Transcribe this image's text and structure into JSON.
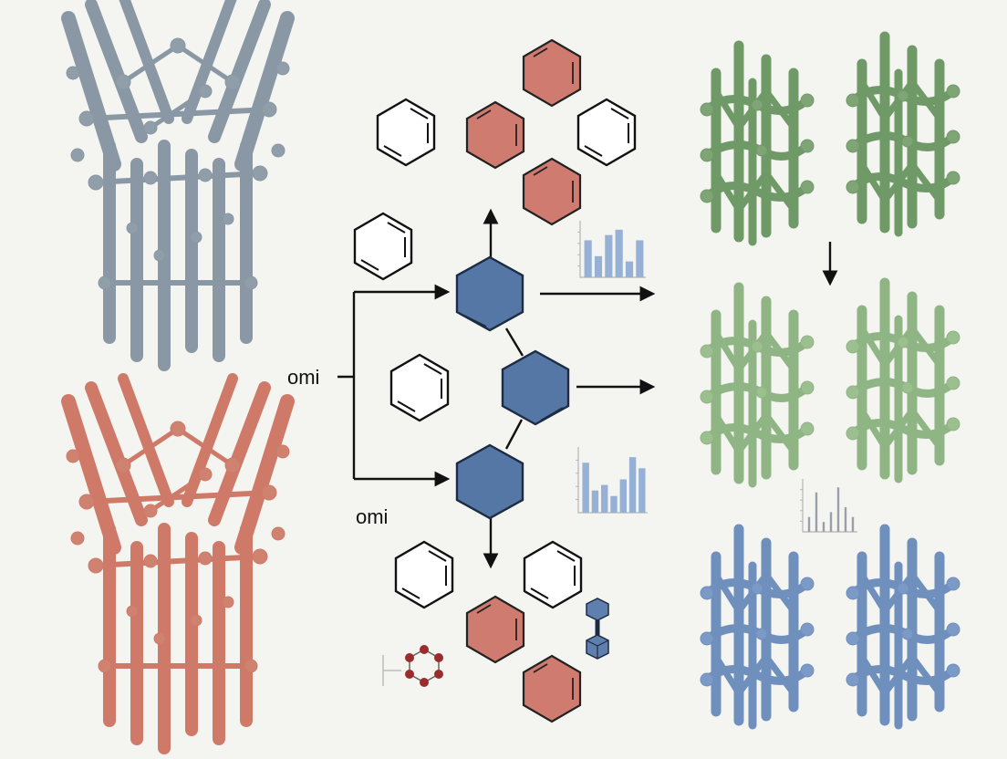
{
  "labels": {
    "upper_input": "omi",
    "lower_input": "omi"
  },
  "colors": {
    "background": "#f4f4f1",
    "gray_structure": "#8a98a5",
    "red_structure": "#cf7a68",
    "green_structure": "#8fb585",
    "blue_structure": "#6f8fbd",
    "red_ring_fill": "#cf7b70",
    "blue_hexagon_fill": "#5577a6",
    "chart_bar": "#97b0d6"
  },
  "icons": [
    "gray-molecular-framework-icon",
    "red-molecular-framework-icon",
    "green-framework-pair-icon",
    "blue-framework-pair-icon",
    "benzene-ring-icon",
    "bar-chart-icon",
    "dumbbell-cube-icon",
    "red-atom-ring-icon"
  ],
  "chart_data": [
    {
      "type": "bar",
      "values": [
        7,
        4,
        8,
        9,
        3,
        7
      ],
      "title": "",
      "xlabel": "",
      "ylabel": ""
    },
    {
      "type": "bar",
      "values": [
        9,
        4,
        5,
        3,
        6,
        10,
        8
      ],
      "title": "",
      "xlabel": "",
      "ylabel": ""
    },
    {
      "type": "bar",
      "values": [
        3,
        8,
        2,
        4,
        9,
        5,
        3
      ],
      "title": "",
      "xlabel": "",
      "ylabel": ""
    }
  ]
}
